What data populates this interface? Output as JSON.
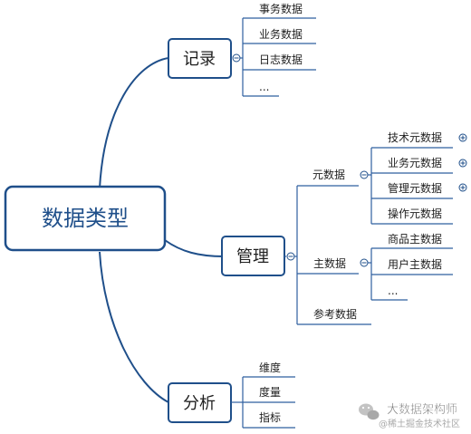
{
  "root": {
    "label": "数据类型"
  },
  "branches": {
    "record": {
      "label": "记录",
      "children": [
        "事务数据",
        "业务数据",
        "日志数据",
        "..."
      ]
    },
    "manage": {
      "label": "管理",
      "metadata": {
        "label": "元数据",
        "children": [
          "技术元数据",
          "业务元数据",
          "管理元数据",
          "操作元数据"
        ]
      },
      "masterdata": {
        "label": "主数据",
        "children": [
          "商品主数据",
          "用户主数据",
          "..."
        ]
      },
      "reference": {
        "label": "参考数据"
      }
    },
    "analysis": {
      "label": "分析",
      "children": [
        "维度",
        "度量",
        "指标"
      ]
    }
  },
  "watermark": {
    "title": "大数据架构师",
    "subtitle": "@稀土掘金技术社区"
  }
}
